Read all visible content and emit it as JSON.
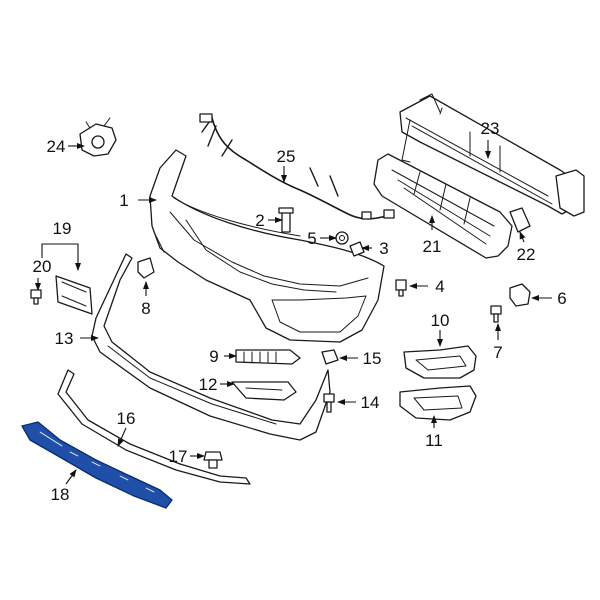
{
  "diagram": {
    "callouts": [
      "1",
      "2",
      "3",
      "4",
      "5",
      "6",
      "7",
      "8",
      "9",
      "10",
      "11",
      "12",
      "13",
      "14",
      "15",
      "16",
      "17",
      "18",
      "19",
      "20",
      "21",
      "22",
      "23",
      "24",
      "25"
    ],
    "highlight_part": "18",
    "colors": {
      "line": "#1a1a1a",
      "highlight_fill": "#1f4fa8",
      "highlight_stroke": "#0c2d6b",
      "background": "#ffffff"
    }
  }
}
